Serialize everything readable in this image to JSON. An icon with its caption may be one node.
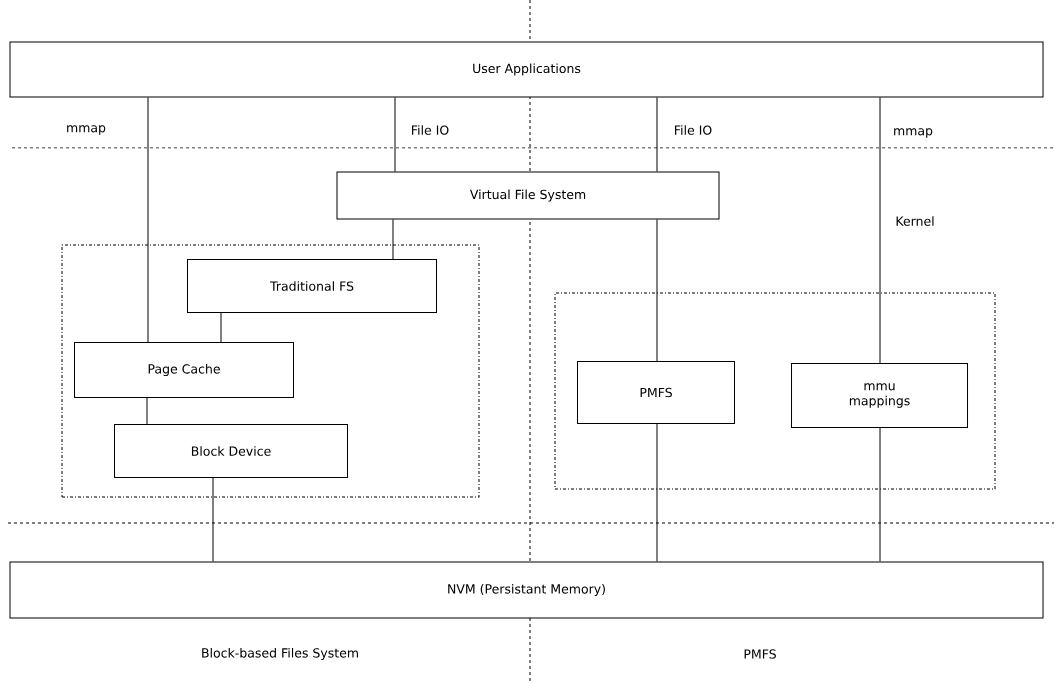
{
  "diagram": {
    "nodes": [
      {
        "text": [
          "User Applications"
        ]
      },
      {
        "text": [
          "Virtual File System"
        ]
      },
      {
        "text": [],
        "shape": "box"
      },
      {
        "text": [
          "Traditional FS"
        ],
        "in": 2
      },
      {
        "text": [
          "Page Cache"
        ],
        "in": 2
      },
      {
        "text": [
          "Block Device"
        ],
        "in": 2
      },
      {
        "text": [],
        "shape": "box"
      },
      {
        "text": [
          "PMFS"
        ],
        "in": 6
      },
      {
        "text": [
          "mmu mappings"
        ],
        "in": 6
      },
      {
        "text": [
          "NVM (Persistant Memory)"
        ]
      }
    ],
    "edges": [
      {
        "from": 0,
        "to": 4,
        "arrow": "none",
        "label": "mmap"
      },
      {
        "from": 0,
        "to": 1,
        "arrow": "none",
        "label": "File IO"
      },
      {
        "from": 0,
        "to": 1,
        "arrow": "none",
        "label": "File IO"
      },
      {
        "from": 1,
        "to": 3,
        "arrow": "none"
      },
      {
        "from": 3,
        "to": 4,
        "arrow": "none"
      },
      {
        "from": 4,
        "to": 5,
        "arrow": "none"
      },
      {
        "from": 5,
        "to": 9,
        "arrow": "none"
      },
      {
        "from": 1,
        "to": 7,
        "arrow": "none"
      },
      {
        "from": 0,
        "to": 8,
        "arrow": "none",
        "label": "mmap"
      },
      {
        "from": 7,
        "to": 9,
        "arrow": "none"
      },
      {
        "from": 8,
        "to": 9,
        "arrow": "none"
      }
    ],
    "labels": [
      "Kernel",
      "Block-based Files System",
      "PMFS"
    ]
  }
}
